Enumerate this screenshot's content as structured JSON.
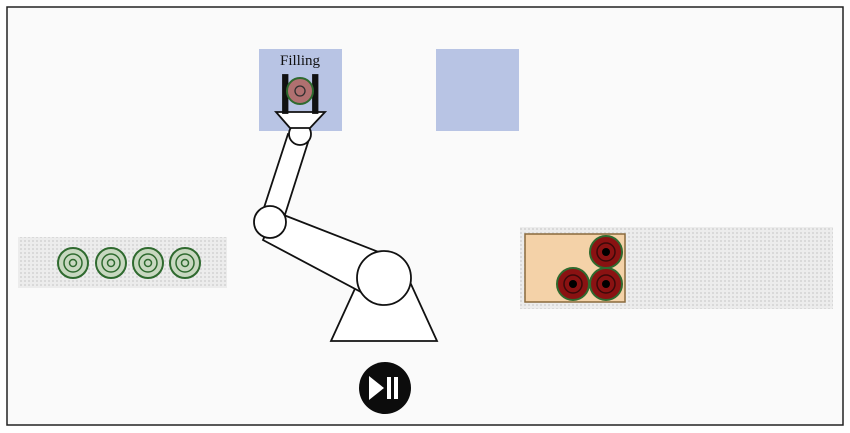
{
  "stations": {
    "filling_label": "Filling"
  },
  "input_conveyor": {
    "rings": 4
  },
  "output_tray": {
    "parts": 3
  },
  "controls": {
    "play_pause_icon": "play-pause-icon"
  },
  "colors": {
    "background": "#fafafa",
    "border": "#222222",
    "station": "#b8c4e4",
    "conveyor": "#e4e4e4",
    "ring_fill": "#c8d8c0",
    "ring_stroke": "#2f6a2f",
    "tray": "#f4d2a8",
    "tray_border": "#8a6a3c",
    "part_fill": "#8a1212",
    "part_ring": "#2f6a2f",
    "held_part_fill": "#b07070",
    "arm_stroke": "#111111",
    "button": "#0c0c0c"
  }
}
